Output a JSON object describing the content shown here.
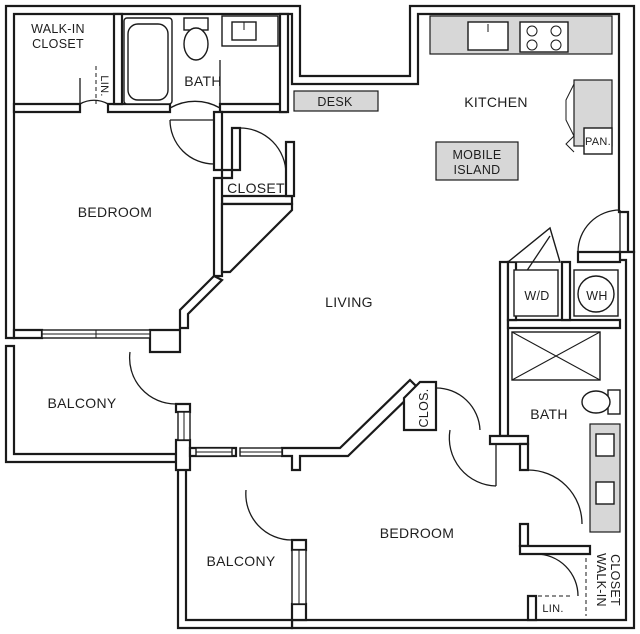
{
  "rooms": {
    "walk_in_closet_1": [
      "WALK-IN",
      "CLOSET"
    ],
    "lin_1": "LIN.",
    "bath_1": "BATH",
    "desk": "DESK",
    "kitchen": "KITCHEN",
    "pantry": "PAN.",
    "mobile_island": [
      "MOBILE",
      "ISLAND"
    ],
    "closet": "CLOSET",
    "bedroom_1": "BEDROOM",
    "living": "LIVING",
    "washer_dryer": "W/D",
    "water_heater": "WH",
    "balcony_1": "BALCONY",
    "closet_small": "CLOS.",
    "bath_2": "BATH",
    "bedroom_2": "BEDROOM",
    "balcony_2": "BALCONY",
    "walk_in_closet_2": [
      "WALK-IN",
      "CLOSET"
    ],
    "lin_2": "LIN."
  }
}
